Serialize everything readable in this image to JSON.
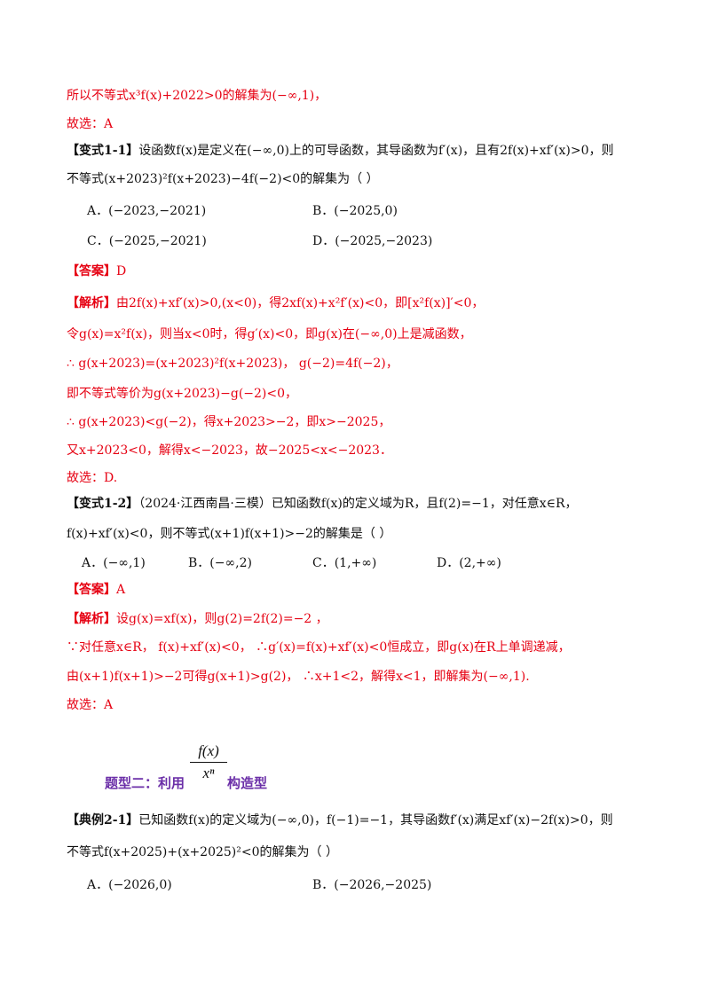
{
  "intro": {
    "line1": "所以不等式x³f(x)+2022>0的解集为(−∞,1)，",
    "line2": "故选：A"
  },
  "q11": {
    "tag": "【变式1-1】",
    "stem1": "设函数f(x)是定义在(−∞,0)上的可导函数，其导函数为f′(x)，且有2f(x)+xf′(x)>0，则",
    "stem2": "不等式(x+2023)²f(x+2023)−4f(−2)<0的解集为（     ）",
    "optA": "A．(−2023,−2021)",
    "optB": "B．(−2025,0)",
    "optC": "C．(−2025,−2021)",
    "optD": "D．(−2025,−2023)",
    "answer_tag": "【答案】",
    "answer": "D",
    "analysis_tag": "【解析】",
    "a1": "由2f(x)+xf′(x)>0,(x<0)，得2xf(x)+x²f′(x)<0，即[x²f(x)]′<0，",
    "a2": "令g(x)=x²f(x)，则当x<0时，得g′(x)<0，即g(x)在(−∞,0)上是减函数，",
    "a3": "∴ g(x+2023)=(x+2023)²f(x+2023)， g(−2)=4f(−2)，",
    "a4": "即不等式等价为g(x+2023)−g(−2)<0，",
    "a5": "∴ g(x+2023)<g(−2)，得x+2023>−2，即x>−2025，",
    "a6": "又x+2023<0，解得x<−2023，故−2025<x<−2023．",
    "a7": "故选：D."
  },
  "q12": {
    "tag": "【变式1-2】",
    "stem1": "（2024·江西南昌·三模）已知函数f(x)的定义域为R，且f(2)=−1，对任意x∈R，",
    "stem2": "f(x)+xf′(x)<0，则不等式(x+1)f(x+1)>−2的解集是（     ）",
    "optA": "A．(−∞,1)",
    "optB": "B．(−∞,2)",
    "optC": "C．(1,+∞)",
    "optD": "D．(2,+∞)",
    "answer_tag": "【答案】",
    "answer": "A",
    "analysis_tag": "【解析】",
    "a1": "设g(x)=xf(x)，则g(2)=2f(2)=−2 ，",
    "a2": "∵对任意x∈R， f(x)+xf′(x)<0， ∴g′(x)=f(x)+xf′(x)<0恒成立，即g(x)在R上单调递减，",
    "a3": "由(x+1)f(x+1)>−2可得g(x+1)>g(2)， ∴x+1<2，解得x<1，即解集为(−∞,1).",
    "a4": "故选：A"
  },
  "section2": {
    "title_prefix": "题型二：利用",
    "frac_num": "f(x)",
    "frac_den": "xⁿ",
    "title_suffix": "构造型"
  },
  "q21": {
    "tag": "【典例2-1】",
    "stem1": "已知函数f(x)的定义域为(−∞,0)，f(−1)=−1，其导函数f′(x)满足xf′(x)−2f(x)>0，则",
    "stem2": "不等式f(x+2025)+(x+2025)²<0的解集为（     ）",
    "optA": "A．(−2026,0)",
    "optB": "B．(−2026,−2025)"
  }
}
